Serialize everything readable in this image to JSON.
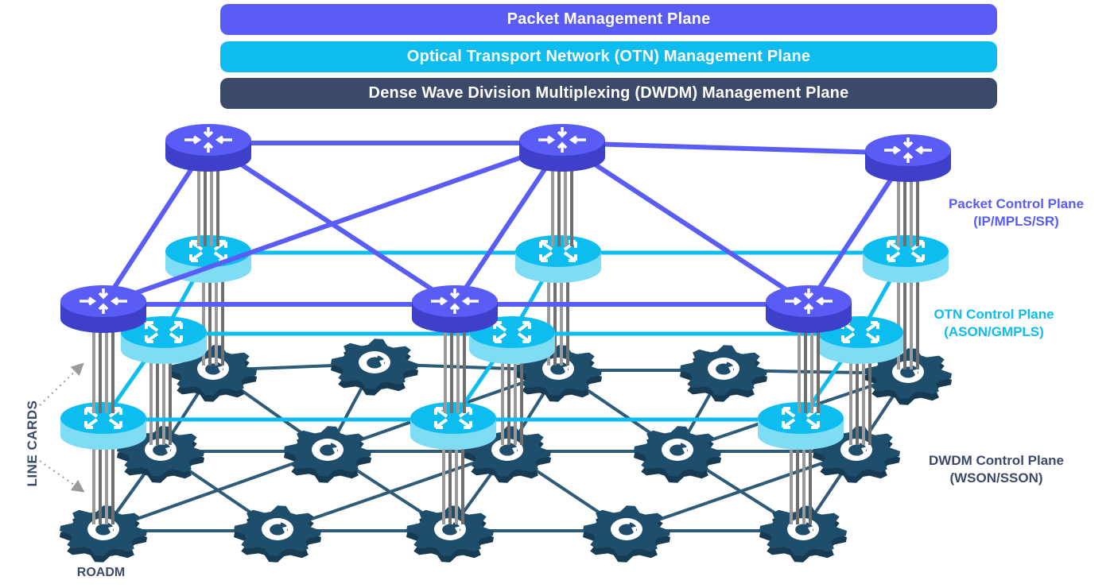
{
  "banners": {
    "packet": "Packet Management Plane",
    "otn": "Optical Transport Network (OTN) Management Plane",
    "dwdm": "Dense Wave Division Multiplexing (DWDM) Management Plane"
  },
  "planes": {
    "packet": {
      "title": "Packet Control Plane",
      "subtitle": "(IP/MPLS/SR)"
    },
    "otn": {
      "title": "OTN Control Plane",
      "subtitle": "(ASON/GMPLS)"
    },
    "dwdm": {
      "title": "DWDM Control Plane",
      "subtitle": "(WSON/SSON)"
    }
  },
  "labels": {
    "line_cards": "LINE CARDS",
    "roadm": "ROADM"
  },
  "colors": {
    "packet": "#5a5cf6",
    "otn": "#0dbdf0",
    "dwdm": "#2e5b78",
    "roadm_gear": "#1e4e6b",
    "line_card": "#8a8a8a",
    "label_dark": "#3b4a6b"
  },
  "icons": {
    "router": "router-icon",
    "otn_switch": "otn-switch-icon",
    "roadm": "roadm-gear-icon"
  }
}
